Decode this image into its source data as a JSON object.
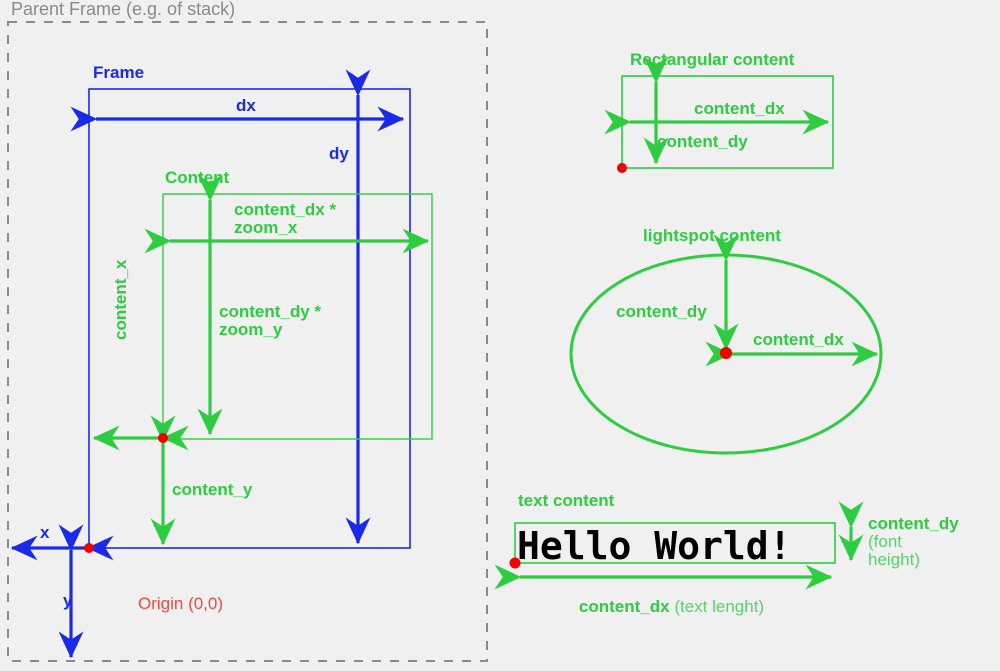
{
  "page": {
    "background_color": "#f0f0f0",
    "title": "Frame and Content coordinate system diagram"
  },
  "colors": {
    "blue": "#1a2ae8",
    "green": "#2ecc40",
    "green_light": "#55d46a",
    "red": "#f4463c",
    "gray": "#8a8a8a",
    "black": "#000000"
  },
  "parent_frame": {
    "label": "Parent Frame (e.g. of stack)",
    "border_style": "dashed",
    "border_color": "#8a8a8a"
  },
  "frame": {
    "label": "Frame",
    "color": "#1a2ae8",
    "dx_label": "dx",
    "dy_label": "dy",
    "x_label": "x",
    "y_label": "y"
  },
  "content": {
    "label": "Content",
    "color": "#2ecc40",
    "dx_zoom_label": "content_dx *\nzoom_x",
    "dy_zoom_label": "content_dy *\nzoom_y",
    "content_x_label": "content_x",
    "content_y_label": "content_y"
  },
  "origin": {
    "label": "Origin (0,0)",
    "color": "#f4463c"
  },
  "rectangular_content": {
    "title": "Rectangular content",
    "dx_label": "content_dx",
    "dy_label": "content_dy"
  },
  "lightspot_content": {
    "title": "lightspot content",
    "dx_label": "content_dx",
    "dy_label": "content_dy"
  },
  "text_content": {
    "title": "text content",
    "sample_text": "Hello World!",
    "dy_label": "content_dy",
    "dy_note": "(font",
    "dy_note2": "height)",
    "dx_label": "content_dx",
    "dx_note": " (text lenght)"
  }
}
